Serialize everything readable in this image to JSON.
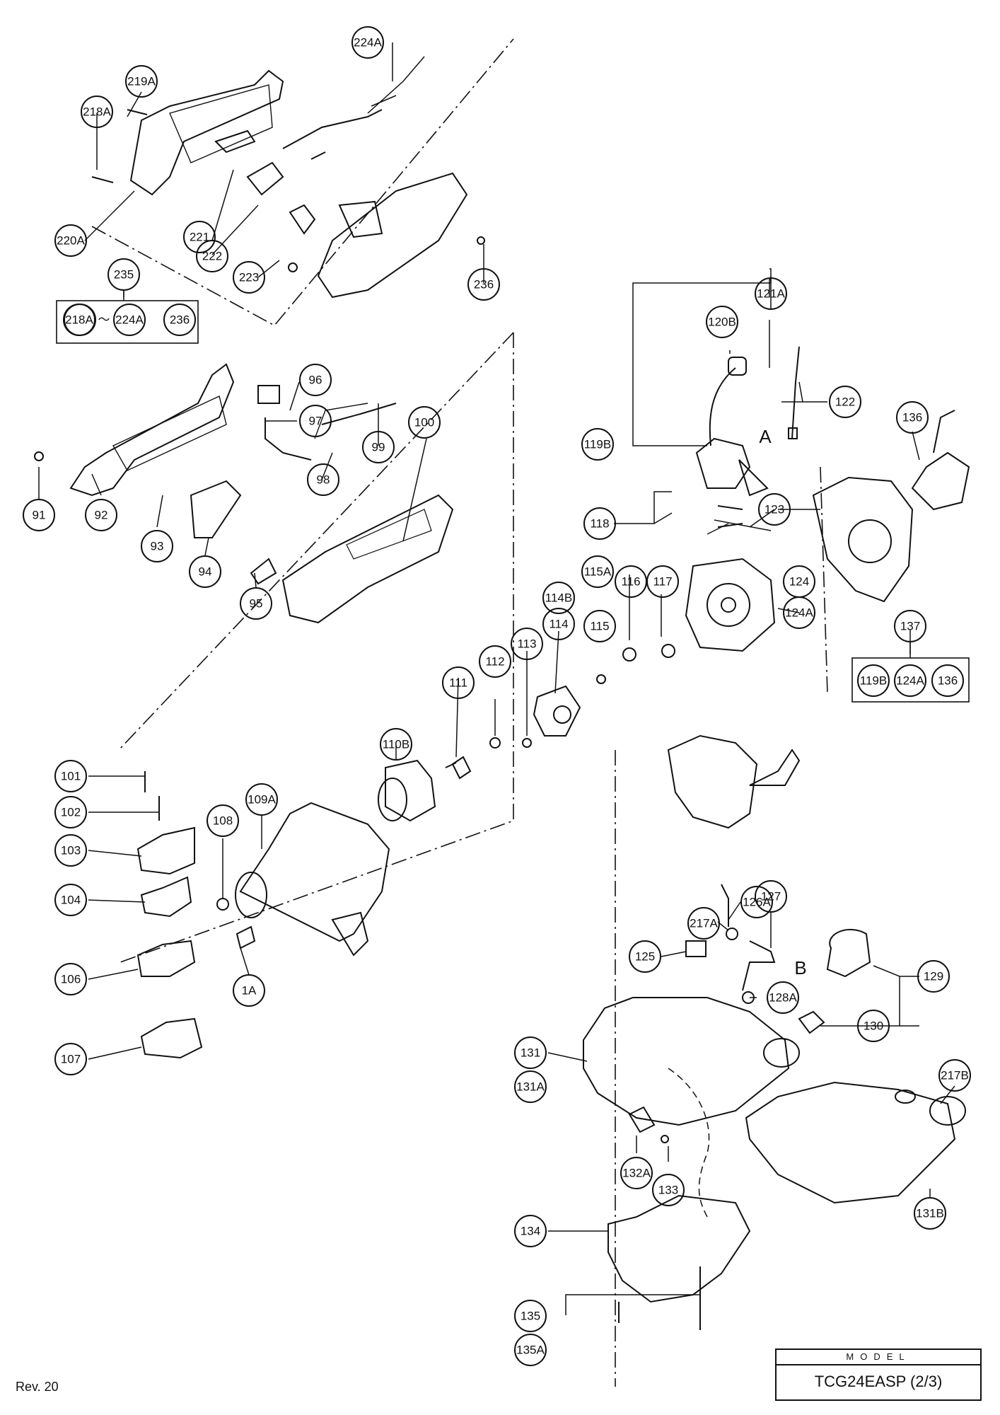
{
  "model_header": "MODEL",
  "model_name": "TCG24EASP (2/3)",
  "revision": "Rev. 20",
  "set_235_range_sep": "～",
  "section_letters": {
    "A": "A",
    "B": "B"
  },
  "callouts": {
    "p224A": "224A",
    "p219A": "219A",
    "p218A": "218A",
    "p220A": "220A",
    "p221": "221",
    "p222": "222",
    "p223": "223",
    "p236": "236",
    "p235": "235",
    "s218A": "218A",
    "s224A": "224A",
    "s236": "236",
    "p96": "96",
    "p97": "97",
    "p98": "98",
    "p99": "99",
    "p100": "100",
    "p91": "91",
    "p92": "92",
    "p93": "93",
    "p94": "94",
    "p95": "95",
    "p121A": "121A",
    "p120B": "120B",
    "p122": "122",
    "p136": "136",
    "p119B": "119B",
    "p118": "118",
    "p123": "123",
    "p124": "124",
    "p124A": "124A",
    "p137": "137",
    "s119B": "119B",
    "s124A": "124A",
    "s136": "136",
    "p115A": "115A",
    "p114B": "114B",
    "p116": "116",
    "p117": "117",
    "p114": "114",
    "p115": "115",
    "p113": "113",
    "p112": "112",
    "p111": "111",
    "p110B": "110B",
    "p101": "101",
    "p102": "102",
    "p103": "103",
    "p104": "104",
    "p106": "106",
    "p107": "107",
    "p108": "108",
    "p109A": "109A",
    "p1A": "1A",
    "p126A": "126A",
    "p127": "127",
    "p217A": "217A",
    "p125": "125",
    "p128A": "128A",
    "p129": "129",
    "p130": "130",
    "p131": "131",
    "p131A": "131A",
    "p217B": "217B",
    "p132A": "132A",
    "p133": "133",
    "p131B": "131B",
    "p134": "134",
    "p135": "135",
    "p135A": "135A"
  }
}
